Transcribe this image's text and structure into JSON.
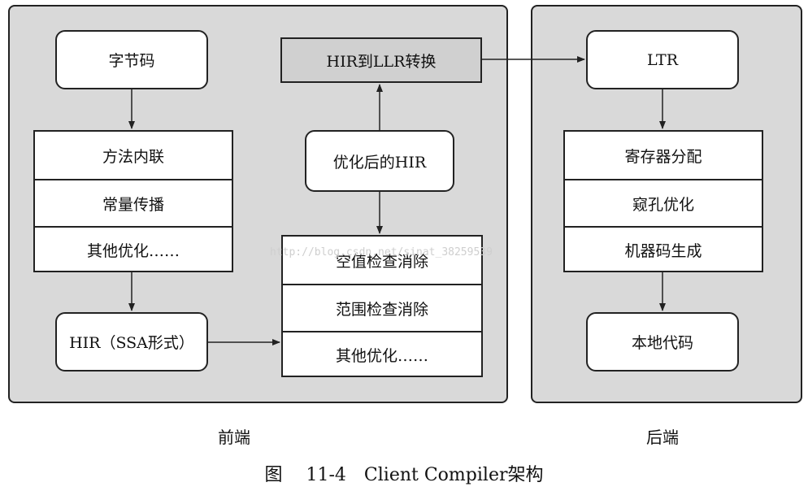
{
  "frontend": {
    "bytecode": "字节码",
    "passes1": [
      "方法内联",
      "常量传播",
      "其他优化……"
    ],
    "hir_ssa": "HIR（SSA形式）",
    "passes2": [
      "空值检查消除",
      "范围检查消除",
      "其他优化……"
    ],
    "optimized_hir": "优化后的HIR",
    "hir_to_llr": "HIR到LLR转换",
    "label": "前端"
  },
  "backend": {
    "ltr": "LTR",
    "passes": [
      "寄存器分配",
      "窥孔优化",
      "机器码生成"
    ],
    "native_code": "本地代码",
    "label": "后端"
  },
  "caption": "图　 11-4　Client Compiler架构",
  "watermark": "http://blog.csdn.net/sinat_38259539"
}
